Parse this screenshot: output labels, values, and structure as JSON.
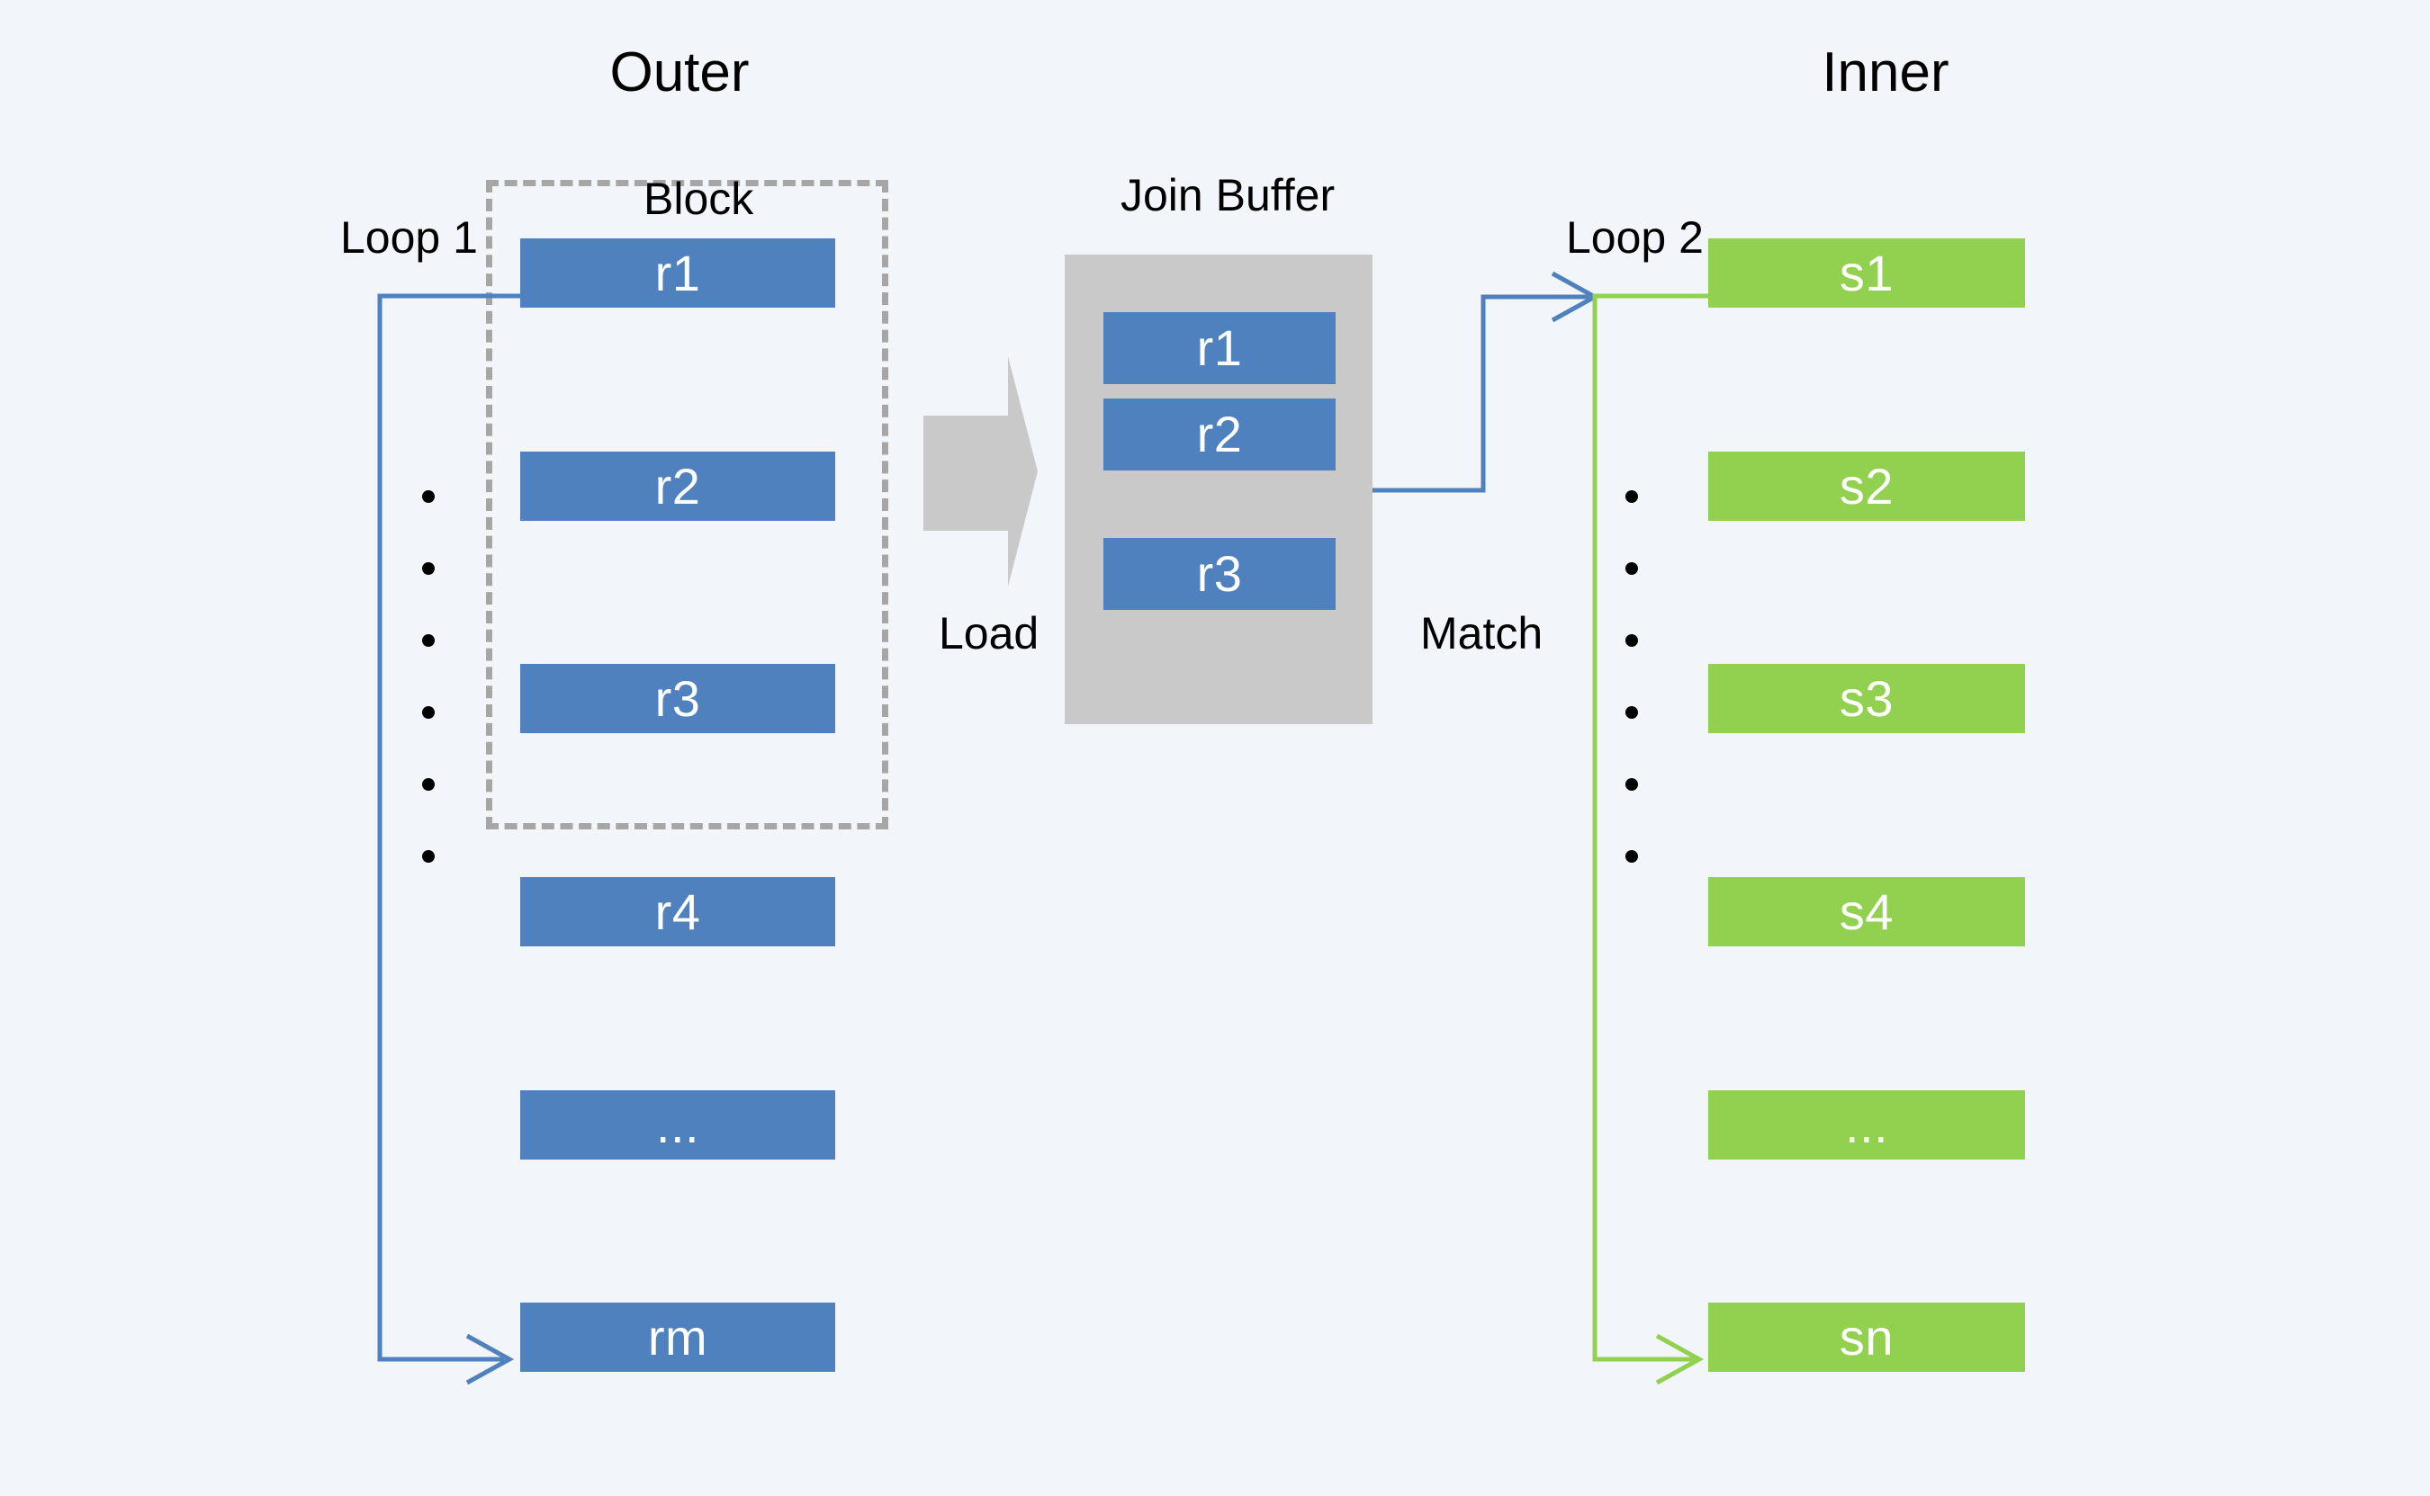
{
  "diagram": {
    "background_color": "#f2f6fb",
    "titles": {
      "outer": "Outer",
      "inner": "Inner"
    },
    "labels": {
      "block": "Block",
      "join_buffer": "Join Buffer",
      "loop1": "Loop 1",
      "loop2": "Loop 2",
      "load": "Load",
      "match": "Match"
    },
    "colors": {
      "outer_row": "#4e81bd",
      "inner_row": "#92d050",
      "buffer_shell": "#c9c9c9",
      "block_border": "#a6a6a6",
      "loop1_line": "#4e81bd",
      "loop2_line": "#92d050",
      "load_arrow": "#c9c9c9",
      "text_on_row": "#ffffff",
      "label_text": "#000000"
    },
    "outer_rows": [
      {
        "label": "r1",
        "in_block": true
      },
      {
        "label": "r2",
        "in_block": true
      },
      {
        "label": "r3",
        "in_block": true
      },
      {
        "label": "r4",
        "in_block": false
      },
      {
        "label": "...",
        "in_block": false
      },
      {
        "label": "rm",
        "in_block": false
      }
    ],
    "buffer_rows": [
      {
        "label": "r1"
      },
      {
        "label": "r2"
      },
      {
        "label": "r3"
      }
    ],
    "inner_rows": [
      {
        "label": "s1"
      },
      {
        "label": "s2"
      },
      {
        "label": "s3"
      },
      {
        "label": "s4"
      },
      {
        "label": "..."
      },
      {
        "label": "sn"
      }
    ],
    "ellipsis_dots": {
      "outer_count": 6,
      "inner_count": 6
    }
  }
}
